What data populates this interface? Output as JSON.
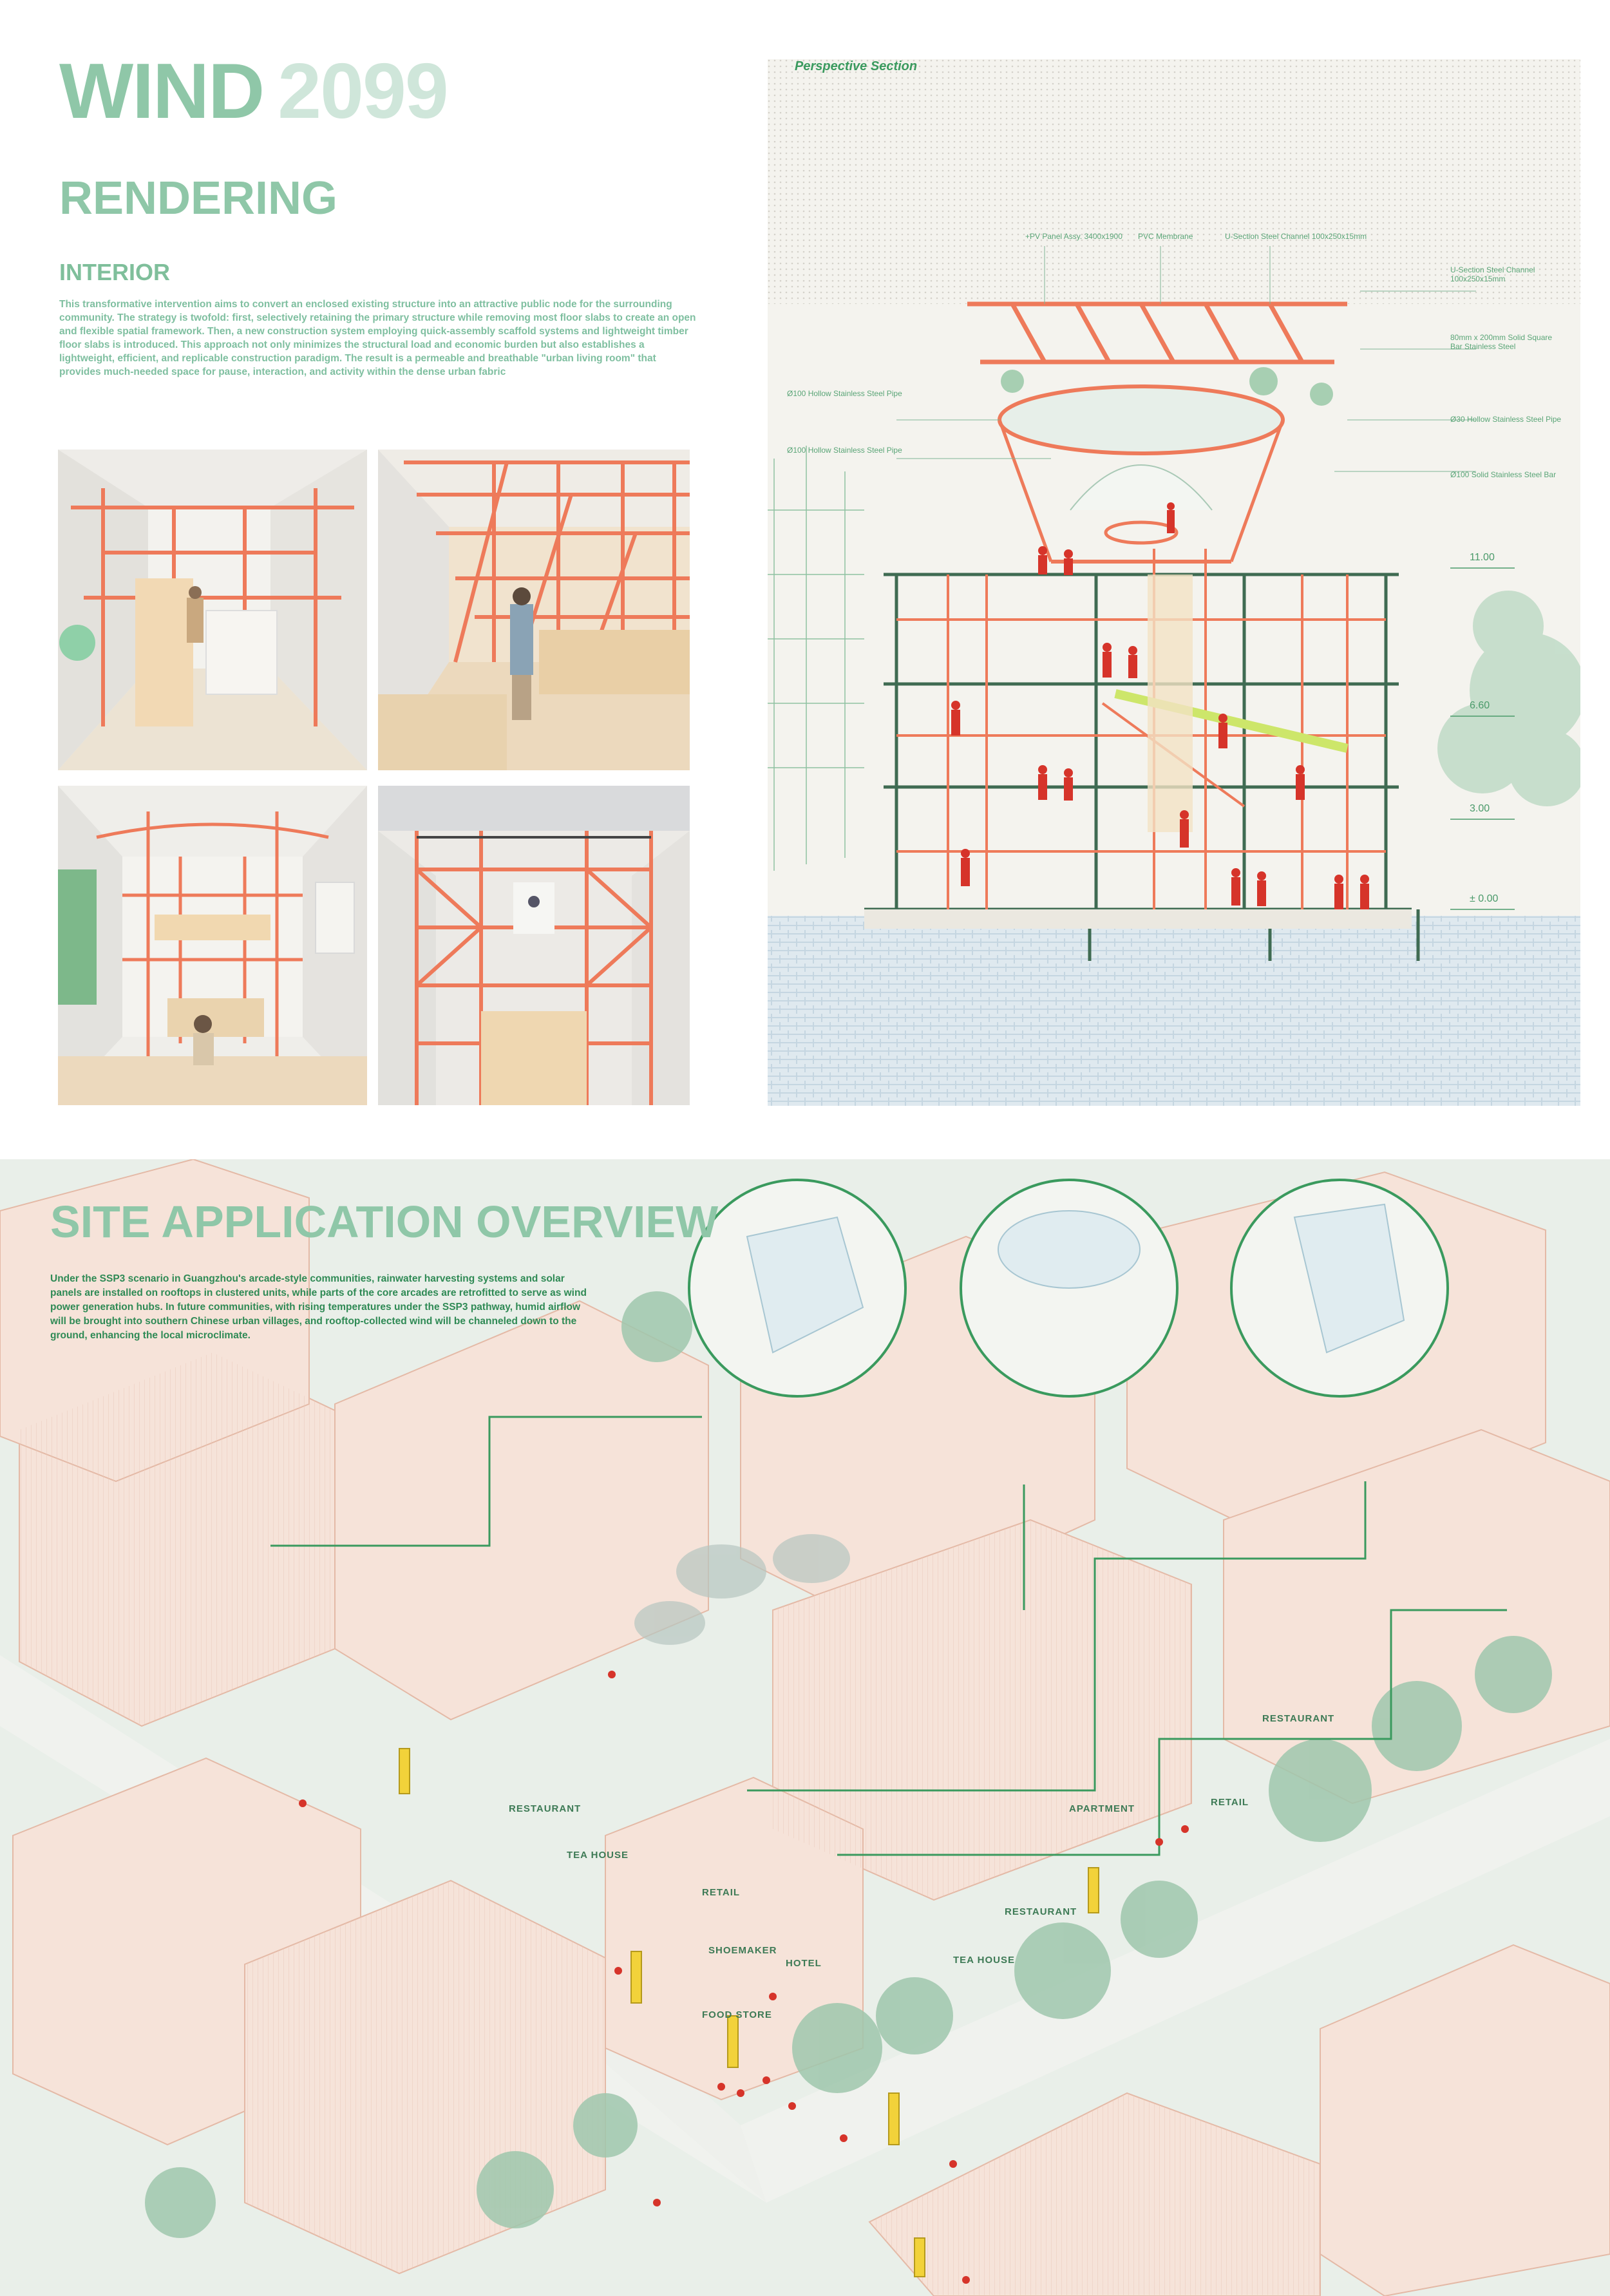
{
  "header": {
    "word": "WIND",
    "year": "2099"
  },
  "rendering": {
    "heading": "RENDERING",
    "interior_heading": "INTERIOR",
    "interior_text": "This transformative intervention aims to convert an enclosed existing structure into an attractive public node for the surrounding community. The strategy is twofold: first, selectively retaining the primary structure while removing most floor slabs to create an open and flexible spatial framework. Then, a new construction system employing quick-assembly scaffold systems and lightweight timber floor slabs is introduced. This approach not only minimizes the structural load and economic burden but also establishes a lightweight, efficient, and replicable construction paradigm. The result is a permeable and breathable \"urban living room\" that provides much-needed space for pause, interaction, and activity within the dense urban fabric"
  },
  "perspective_section": {
    "label": "Perspective Section",
    "annotations": {
      "pv_panel": "+PV Panel Assy. 3400x1900",
      "pvc_membrane": "PVC Membrane",
      "u_channel_top": "U-Section Steel Channel 100x250x15mm",
      "u_channel_right": "U-Section Steel Channel 100x250x15mm",
      "square_bar": "80mm x 200mm Solid Square Bar Stainless Steel",
      "pipe_1": "Ø100 Hollow Stainless Steel Pipe",
      "pipe_2": "Ø100 Hollow Stainless Steel Pipe",
      "hollow_steel": "Ø30 Hollow Stainless Steel Pipe",
      "solid_bar": "Ø100 Solid Stainless Steel Bar"
    },
    "levels": [
      "11.00",
      "6.60",
      "3.00",
      "± 0.00"
    ]
  },
  "site": {
    "heading": "SITE APPLICATION OVERVIEW",
    "text": "Under the SSP3 scenario in Guangzhou's arcade-style communities, rainwater harvesting systems and solar panels are installed on rooftops in clustered units, while parts of the core arcades are retrofitted to serve as wind power generation hubs. In future communities, with rising temperatures under the SSP3 pathway, humid airflow will be brought into southern Chinese urban villages, and rooftop-collected wind will be channeled down to the ground, enhancing the local microclimate.",
    "shop_signs": [
      "RESTAURANT",
      "TEA HOUSE",
      "RETAIL",
      "SHOEMAKER",
      "HOTEL",
      "FOOD STORE",
      "RESTAURANT",
      "TEA HOUSE",
      "APARTMENT",
      "RETAIL",
      "RESTAURANT"
    ]
  },
  "colors": {
    "accent_green": "#2f8a55",
    "title_green": "#8fc7a8",
    "steel_orange": "#ee7a5a",
    "figure_red": "#d6342a"
  }
}
